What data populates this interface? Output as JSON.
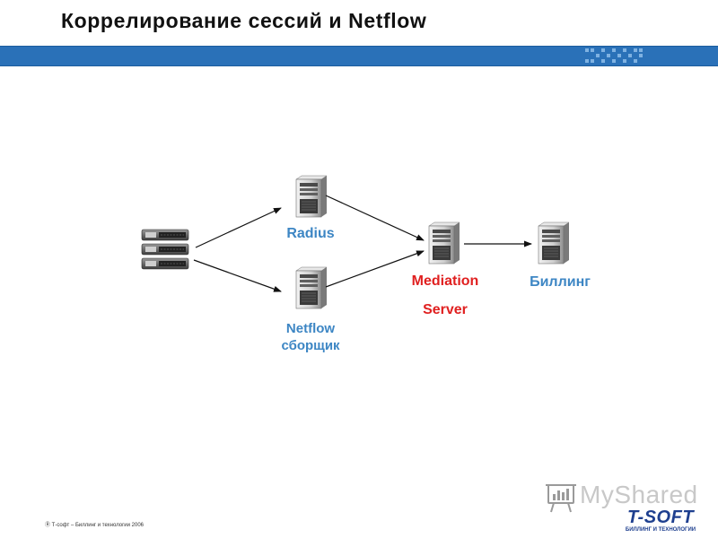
{
  "slide": {
    "title": "Коррелирование сессий и Netflow",
    "footer": "Т-софт – Биллинг и технологии 2006"
  },
  "diagram": {
    "nodes": [
      {
        "id": "routers",
        "label": "",
        "icon": "router-stack-icon"
      },
      {
        "id": "radius",
        "label": "Radius",
        "icon": "server-tower-icon"
      },
      {
        "id": "netflow",
        "label": "Netflow сборщик",
        "label_lines": [
          "Netflow",
          "сборщик"
        ],
        "icon": "server-tower-icon"
      },
      {
        "id": "mediation",
        "label": "Mediation Server",
        "label_lines": [
          "Mediation",
          "Server"
        ],
        "icon": "server-tower-icon"
      },
      {
        "id": "billing",
        "label": "Биллинг",
        "icon": "server-tower-icon"
      }
    ],
    "edges": [
      {
        "from": "routers",
        "to": "radius"
      },
      {
        "from": "routers",
        "to": "netflow"
      },
      {
        "from": "radius",
        "to": "mediation"
      },
      {
        "from": "netflow",
        "to": "mediation"
      },
      {
        "from": "mediation",
        "to": "billing"
      }
    ]
  },
  "watermark": {
    "text": "MyShared",
    "icon": "presentation-board-icon"
  },
  "logo": {
    "name": "T-SOFT",
    "tagline": "БИЛЛИНГ И ТЕХНОЛОГИИ"
  },
  "colors": {
    "band": "#2a71b8",
    "label_blue": "#3d86c4",
    "label_red": "#e02020",
    "logo_navy": "#1e3f8f"
  }
}
